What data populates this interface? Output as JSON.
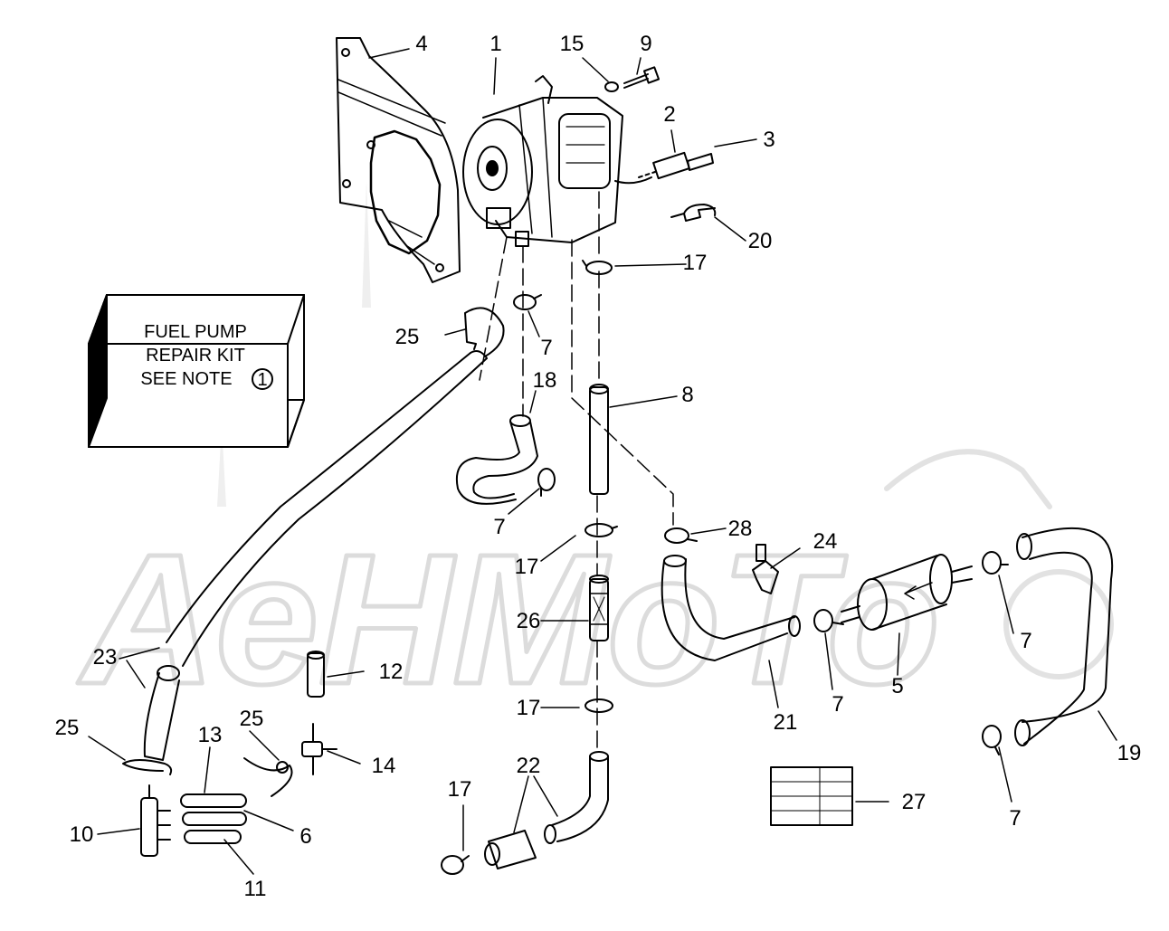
{
  "watermark": {
    "text": "AeHMoTo",
    "color": "#d8d8d8"
  },
  "kit_box": {
    "line1": "FUEL PUMP",
    "line2": "REPAIR KIT",
    "line3": "SEE NOTE",
    "note_number": "1"
  },
  "callouts": {
    "c1": "1",
    "c2": "2",
    "c3": "3",
    "c4": "4",
    "c5": "5",
    "c6": "6",
    "c7a": "7",
    "c7b": "7",
    "c7c": "7",
    "c7d": "7",
    "c7e": "7",
    "c8": "8",
    "c9": "9",
    "c10": "10",
    "c11": "11",
    "c12": "12",
    "c13": "13",
    "c14": "14",
    "c15": "15",
    "c17a": "17",
    "c17b": "17",
    "c17c": "17",
    "c17d": "17",
    "c18": "18",
    "c19": "19",
    "c20": "20",
    "c21": "21",
    "c22": "22",
    "c23": "23",
    "c24": "24",
    "c25a": "25",
    "c25b": "25",
    "c25c": "25",
    "c26": "26",
    "c27": "27",
    "c28": "28"
  }
}
